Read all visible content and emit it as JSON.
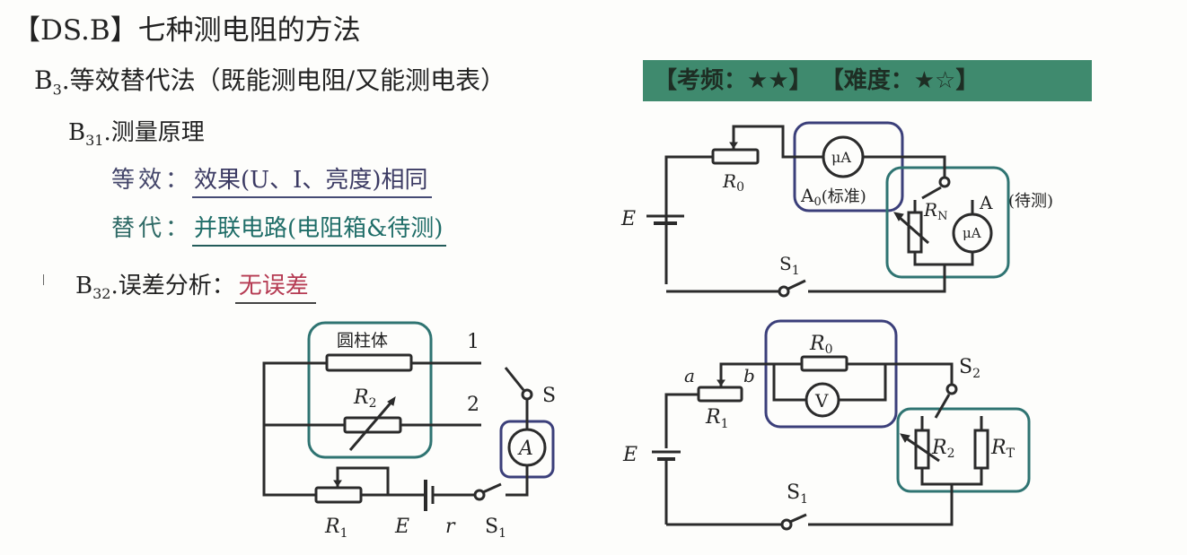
{
  "header": {
    "title": "【DS.B】七种测电阻的方法",
    "section": {
      "prefix": "B",
      "sub": "3",
      "text": ".等效替代法（既能测电阻/又能测电表）"
    }
  },
  "banner": {
    "frequency_label": "【考频：",
    "frequency_stars": "★★",
    "frequency_close": "】",
    "difficulty_label": "【难度：",
    "difficulty_stars": "★☆",
    "difficulty_close": "】",
    "color": "#3f8a6e"
  },
  "principle": {
    "prefix": "B",
    "sub": "31",
    "text": ".测量原理",
    "items": [
      {
        "label": "等效：",
        "value": "效果(U、I、亮度)相同"
      },
      {
        "label": "替代：",
        "value": "并联电路(电阻箱&待测)"
      }
    ]
  },
  "error": {
    "prefix": "B",
    "sub": "32",
    "text": ".误差分析：",
    "value": "无误差"
  },
  "circuit_top_right": {
    "labels": {
      "R0": "R",
      "R0_sub": "0",
      "E": "E",
      "S1": "S",
      "S1_sub": "1",
      "A0": "A",
      "A0_sub": "0",
      "A0_note": "(标准)",
      "RN": "R",
      "RN_sub": "N",
      "A": "A",
      "A_note": "(待测)",
      "meter1": "μA",
      "meter2": "μA"
    }
  },
  "circuit_bottom_left": {
    "labels": {
      "cylinder": "圆柱体",
      "R2": "R",
      "R2_sub": "2",
      "pos1": "1",
      "pos2": "2",
      "S": "S",
      "A": "A",
      "R1": "R",
      "R1_sub": "1",
      "E": "E",
      "r": "r",
      "S1": "S",
      "S1_sub": "1"
    }
  },
  "circuit_bottom_right": {
    "labels": {
      "R0": "R",
      "R0_sub": "0",
      "a": "a",
      "b": "b",
      "R1": "R",
      "R1_sub": "1",
      "V": "V",
      "S2": "S",
      "S2_sub": "2",
      "R2": "R",
      "R2_sub": "2",
      "RT": "R",
      "RT_sub": "T",
      "E": "E",
      "S1": "S",
      "S1_sub": "1"
    }
  }
}
